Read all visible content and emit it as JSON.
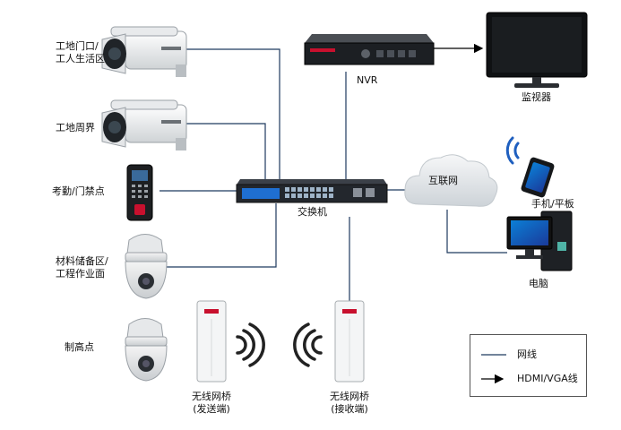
{
  "devices": {
    "camera_entrance": "工地门口/\n工人生活区",
    "camera_perimeter": "工地周界",
    "attendance": "考勤/门禁点",
    "dome_materials": "材料储备区/\n工程作业面",
    "dome_high": "制高点",
    "nvr": "NVR",
    "monitor": "监视器",
    "switch": "交换机",
    "internet": "互联网",
    "phone": "手机/平板",
    "pc": "电脑",
    "bridge_send": "无线网桥\n(发送端)",
    "bridge_recv": "无线网桥\n(接收端)"
  },
  "legend": {
    "network_line": "网线",
    "hdmi_line": "HDMI/VGA线"
  },
  "colors": {
    "network": "#1f3a5f",
    "hdmi": "#000000",
    "bridge_brand": "#c8102e"
  }
}
